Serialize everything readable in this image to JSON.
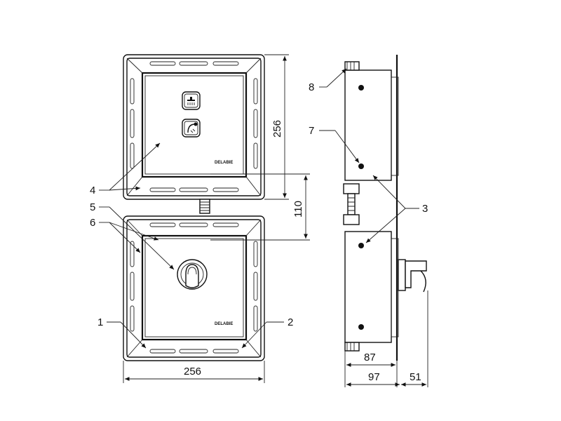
{
  "dimensions": {
    "width_front": "256",
    "height_top": "256",
    "gap": "110",
    "depth_body": "87",
    "depth_total": "97",
    "handle_projection": "51"
  },
  "callouts": [
    "1",
    "2",
    "3",
    "4",
    "5",
    "6",
    "7",
    "8"
  ],
  "brand_mark": "DELABIE",
  "icons": [
    "shower-pictogram-icon",
    "hand-shower-pictogram-icon"
  ],
  "colors": {
    "line": "#111111",
    "background": "#ffffff"
  }
}
